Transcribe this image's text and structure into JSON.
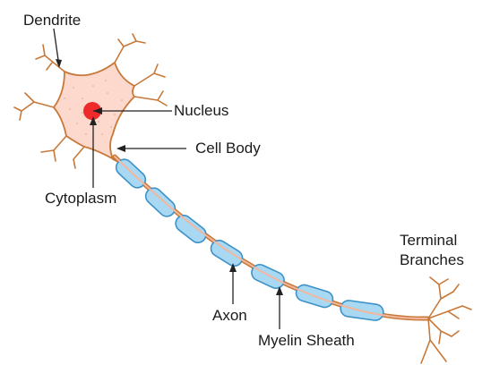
{
  "labels": {
    "dendrite": "Dendrite",
    "nucleus": "Nucleus",
    "cell_body": "Cell Body",
    "cytoplasm": "Cytoplasm",
    "axon": "Axon",
    "myelin_sheath": "Myelin Sheath",
    "terminal_branches": "Terminal\nBranches"
  },
  "colors": {
    "cell_fill": "#fcd9cc",
    "cell_outline": "#c87838",
    "dendrite": "#c87838",
    "nucleus": "#ee2a2a",
    "myelin_fill": "#a9d8f3",
    "myelin_outline": "#3c92c8",
    "axon_core": "#f2b79c",
    "pointer": "#222222"
  }
}
